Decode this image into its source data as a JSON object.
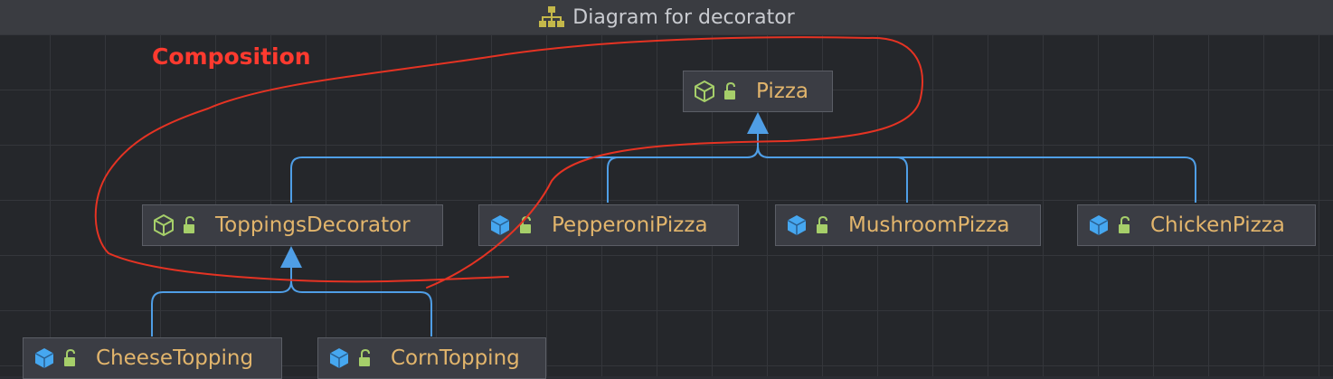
{
  "window": {
    "title": "Diagram for decorator"
  },
  "annotation": {
    "text": "Composition"
  },
  "nodes": {
    "pizza": {
      "label": "Pizza"
    },
    "toppings_decorator": {
      "label": "ToppingsDecorator"
    },
    "pepperoni_pizza": {
      "label": "PepperoniPizza"
    },
    "mushroom_pizza": {
      "label": "MushroomPizza"
    },
    "chicken_pizza": {
      "label": "ChickenPizza"
    },
    "cheese_topping": {
      "label": "CheeseTopping"
    },
    "corn_topping": {
      "label": "CornTopping"
    }
  },
  "edges": [
    {
      "from": "ToppingsDecorator",
      "to": "Pizza"
    },
    {
      "from": "PepperoniPizza",
      "to": "Pizza"
    },
    {
      "from": "MushroomPizza",
      "to": "Pizza"
    },
    {
      "from": "ChickenPizza",
      "to": "Pizza"
    },
    {
      "from": "CheeseTopping",
      "to": "ToppingsDecorator"
    },
    {
      "from": "CornTopping",
      "to": "ToppingsDecorator"
    }
  ],
  "icons": {
    "title": "hierarchy-icon",
    "interface": "interface-cube-icon",
    "class": "class-cube-icon",
    "access": "open-lock-icon"
  },
  "colors": {
    "edge": "#4f9ee6",
    "label": "#e2b56c",
    "interface_icon": "#a6cf6a",
    "class_icon": "#46a7f0",
    "annotation": "#ff3a2f"
  }
}
